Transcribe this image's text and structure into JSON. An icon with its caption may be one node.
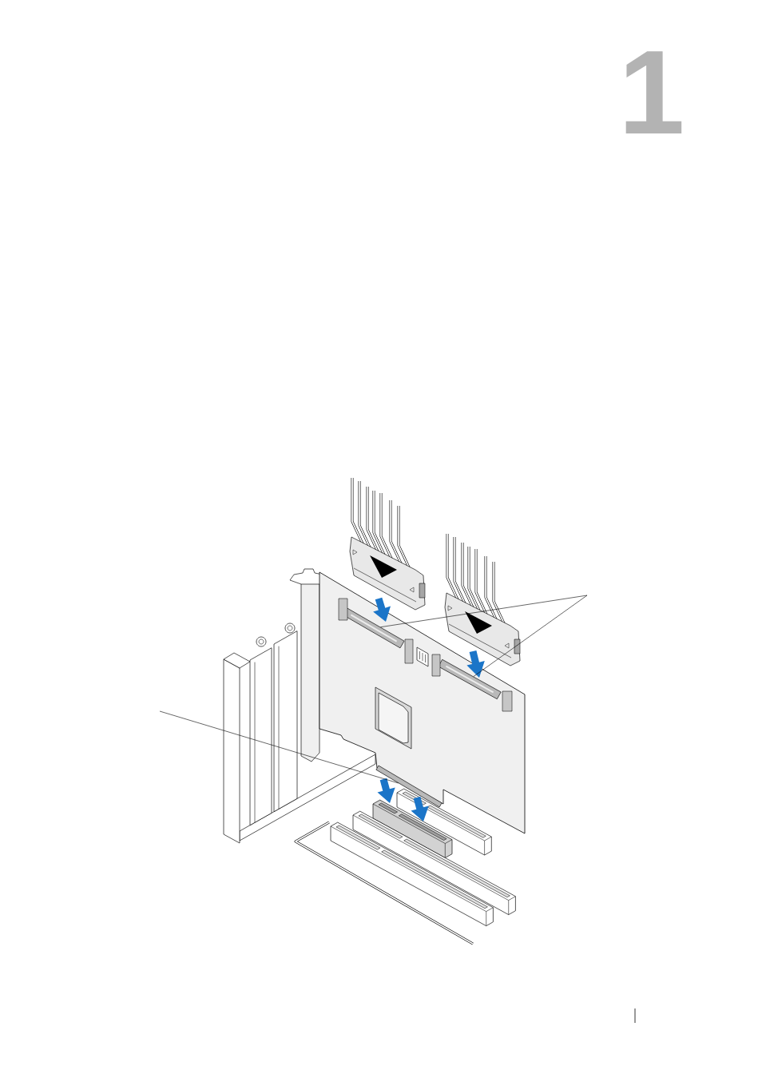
{
  "diagram": {
    "nodes": [
      {
        "text": [],
        "shape": "picture"
      },
      {
        "text": [],
        "shape": "picture"
      },
      {
        "text": [],
        "shape": "picture"
      }
    ],
    "edges": [
      {
        "from": null,
        "to": 0,
        "arrow": "none"
      },
      {
        "from": null,
        "to": 1,
        "arrow": "none"
      },
      {
        "from": null,
        "to": 2,
        "arrow": "none"
      }
    ],
    "labels": [
      "1"
    ]
  }
}
